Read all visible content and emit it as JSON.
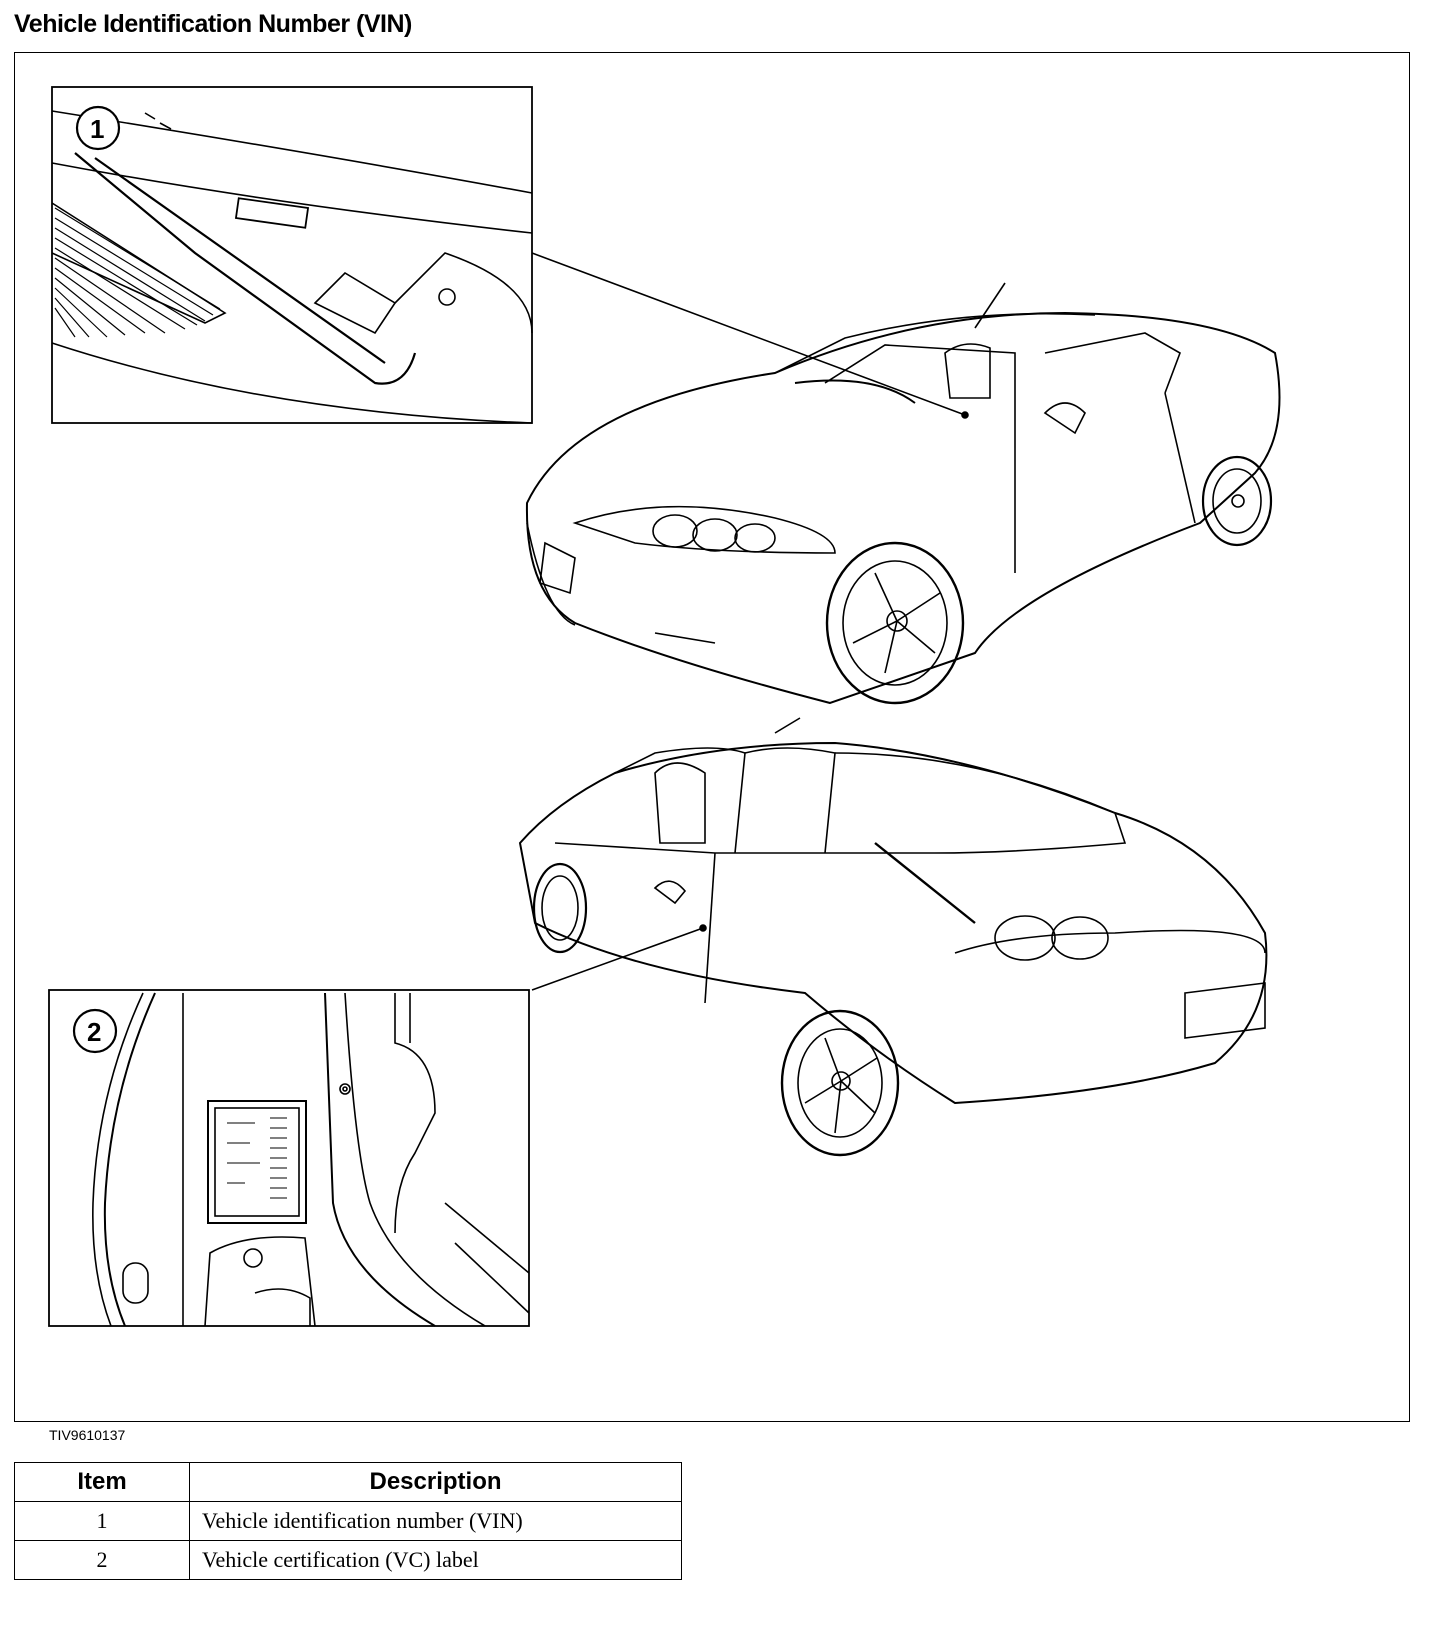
{
  "header": {
    "title": "Vehicle Identification Number (VIN)"
  },
  "figure": {
    "figure_id": "TIV9610137",
    "callouts": [
      "1",
      "2"
    ]
  },
  "table": {
    "headers": {
      "item": "Item",
      "description": "Description"
    },
    "rows": [
      {
        "item": "1",
        "description": "Vehicle identification number (VIN)"
      },
      {
        "item": "2",
        "description": "Vehicle certification (VC) label"
      }
    ]
  }
}
